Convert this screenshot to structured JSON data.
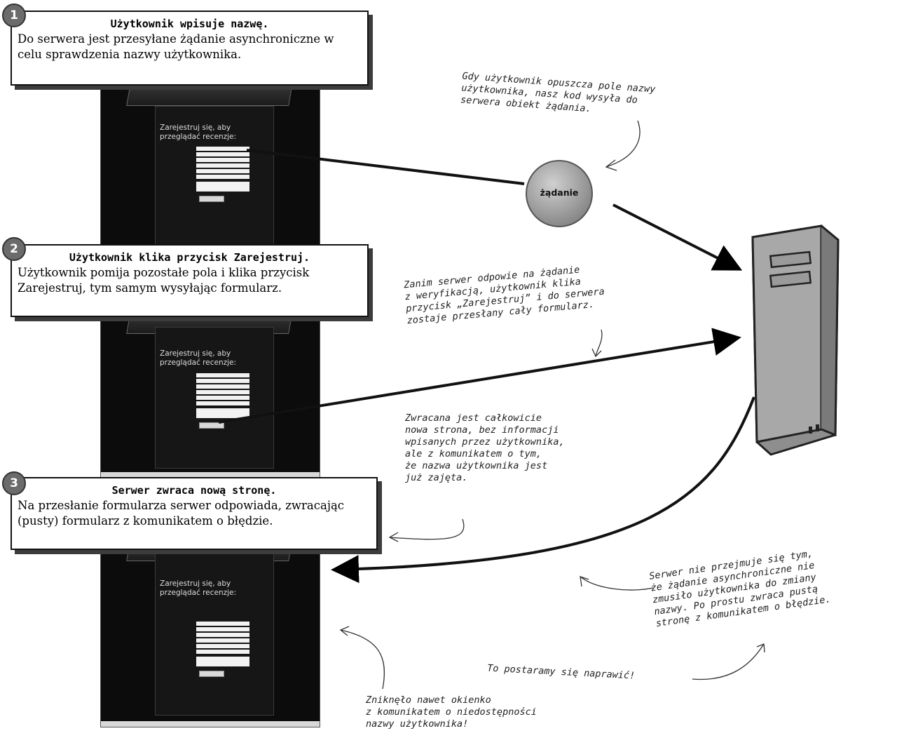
{
  "steps": [
    {
      "number": "1",
      "title": "Użytkownik wpisuje nazwę.",
      "body": "Do serwera jest przesyłane żądanie asynchroniczne w celu sprawdzenia nazwy użytkownika."
    },
    {
      "number": "2",
      "title": "Użytkownik klika przycisk Zarejestruj.",
      "body": "Użytkownik pomija pozostałe pola i klika przycisk Zarejestruj, tym samym wysyłając formularz."
    },
    {
      "number": "3",
      "title": "Serwer zwraca nową stronę.",
      "body": "Na przesłanie formularza serwer odpowiada, zwracając (pusty) formularz z komunikatem o błędzie."
    }
  ],
  "screenshot": {
    "heading_line1": "Zarejestruj się, aby",
    "heading_line2": "przeglądać recenzje:"
  },
  "request_bubble": "żądanie",
  "notes": {
    "request_note": "Gdy użytkownik opuszcza pole nazwy\nużytkownika, nasz kod wysyła do\nserwera obiekt żądania.",
    "submit_note": "Zanim serwer odpowie na żądanie\nz weryfikacją, użytkownik klika\nprzycisk „Zarejestruj” i do serwera\nzostaje przesłany cały formularz.",
    "new_page_note": "Zwracana jest całkowicie\nnowa strona, bez informacji\nwpisanych przez użytkownika,\nale z komunikatem o tym,\nże nazwa użytkownika jest\njuż zajęta.",
    "server_note": "Serwer nie przejmuje się tym,\nże żądanie asynchroniczne nie\nzmusiło użytkownika do zmiany\nnazwy. Po prostu zwraca pustą\nstronę z komunikatem o błędzie.",
    "fix_note": "To postaramy się naprawić!",
    "vanished_note": "Zniknęło nawet okienko\nz komunikatem o niedostępności\nnazwy użytkownika!"
  }
}
